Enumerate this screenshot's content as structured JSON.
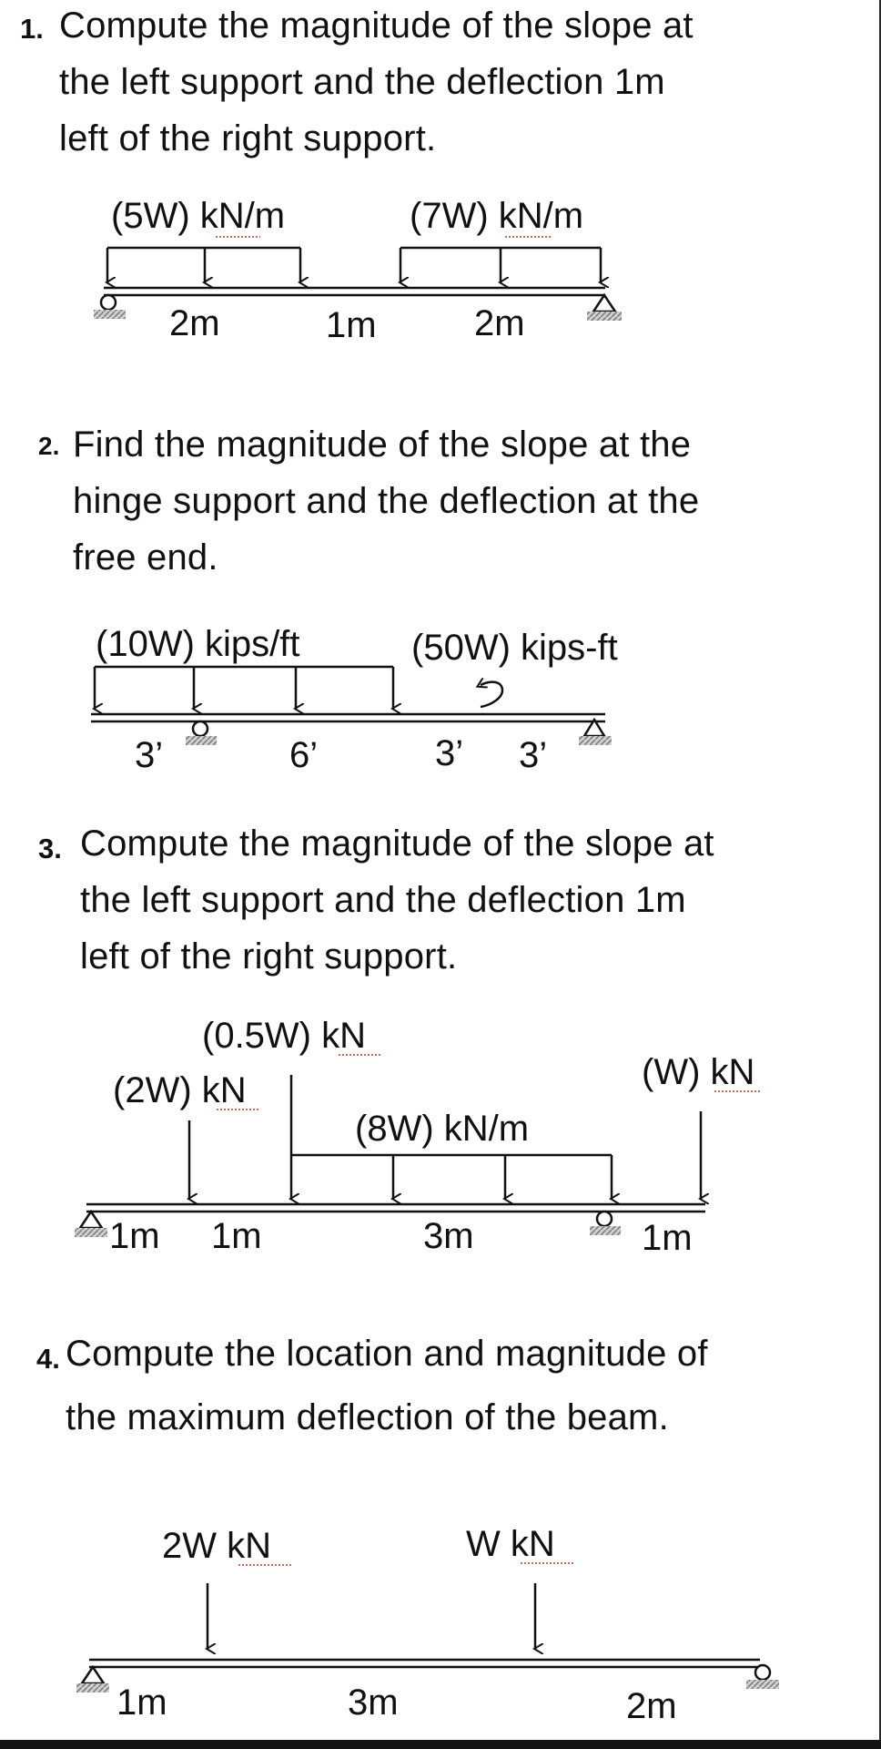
{
  "problems": [
    {
      "number": "1.",
      "lines": [
        "Compute the magnitude of the slope at",
        "the left support and the deflection 1m",
        "left of the right support."
      ],
      "diagram": {
        "load_labels": [
          "(5W) kN/m",
          "(7W) kN/m"
        ],
        "span_labels": [
          "2m",
          "1m",
          "2m"
        ]
      }
    },
    {
      "number": "2.",
      "lines": [
        "Find the magnitude of the slope at the",
        "hinge support and the deflection at the",
        "free end."
      ],
      "diagram": {
        "load_labels": [
          "(10W) kips/ft",
          "(50W) kips-ft"
        ],
        "span_labels": [
          "3’",
          "6’",
          "3’",
          "3’"
        ]
      }
    },
    {
      "number": "3.",
      "lines": [
        "Compute the magnitude of the slope at",
        "the left support and the deflection 1m",
        "left of the right support."
      ],
      "diagram": {
        "load_labels": [
          "(0.5W) kN",
          "(2W) kN",
          "(8W) kN/m",
          "(W) kN"
        ],
        "span_labels": [
          "1m",
          "1m",
          "3m",
          "1m"
        ]
      }
    },
    {
      "number": "4.",
      "lines": [
        "Compute the location and magnitude of",
        "the maximum deflection of the beam."
      ],
      "diagram": {
        "load_labels": [
          "2W kN",
          "W kN"
        ],
        "span_labels": [
          "1m",
          "3m",
          "2m"
        ]
      }
    }
  ]
}
